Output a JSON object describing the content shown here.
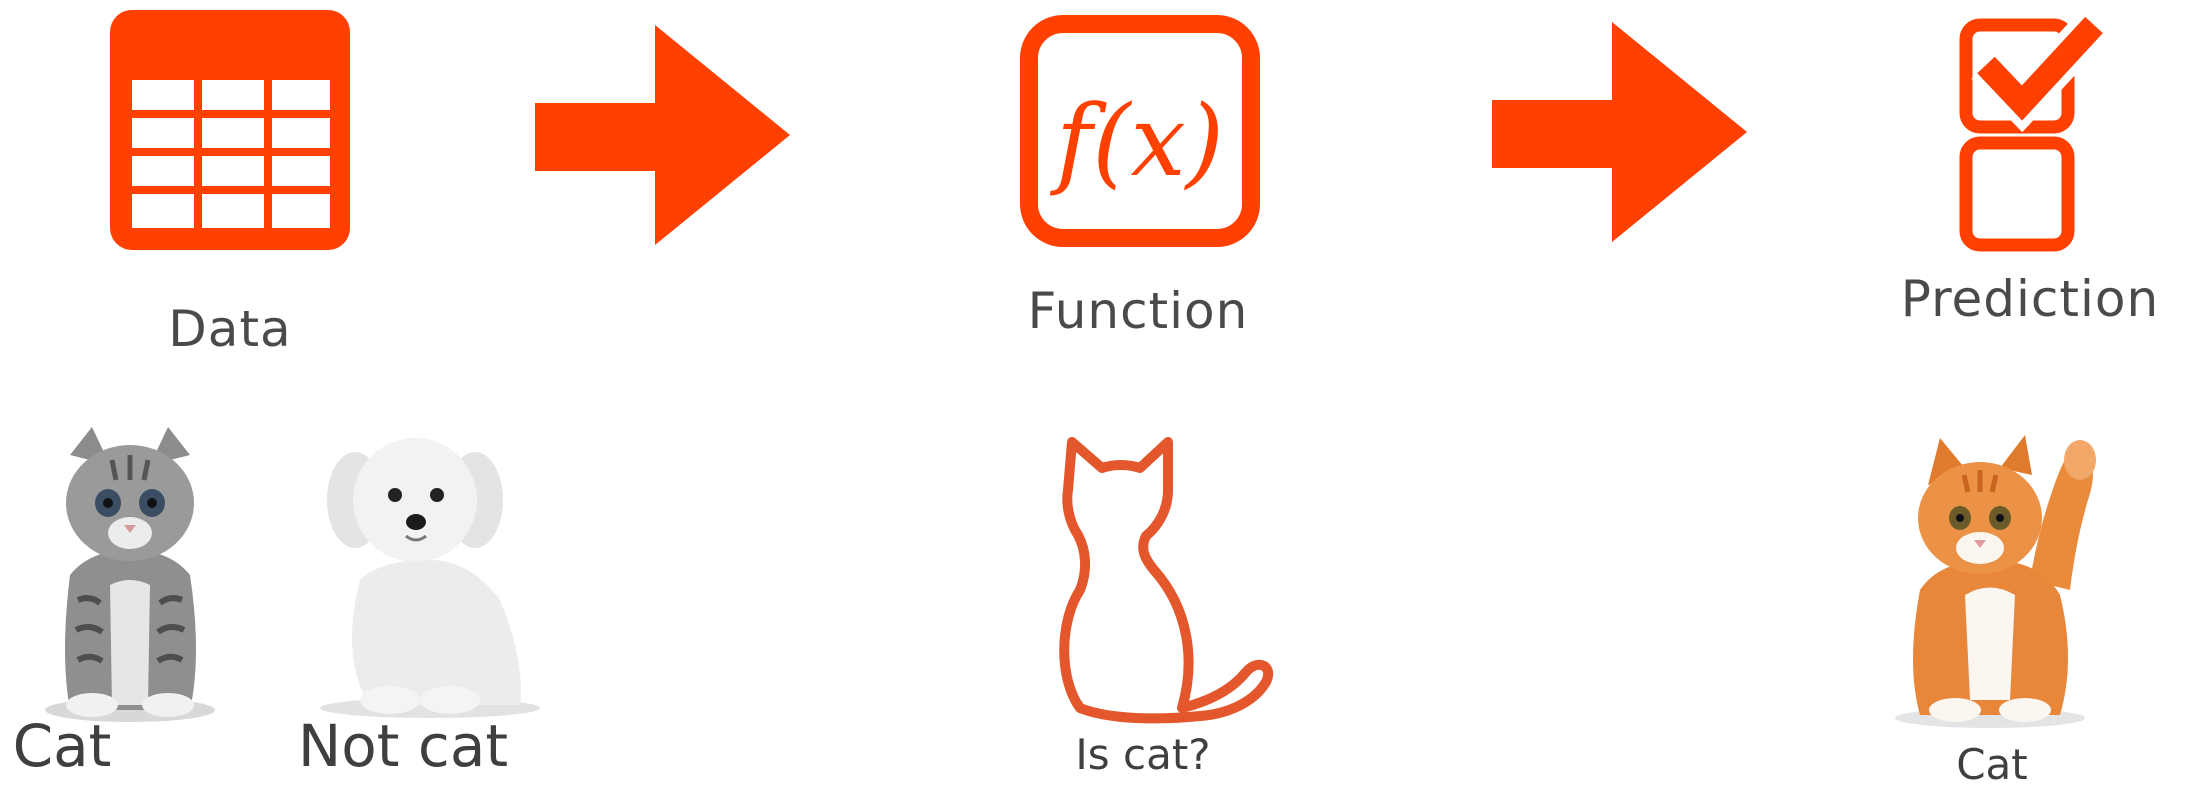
{
  "accent_color": "#ff4000",
  "steps": {
    "data": {
      "label": "Data",
      "icon": "table-icon"
    },
    "function": {
      "label": "Function",
      "icon": "function-icon",
      "symbol": "f(x)"
    },
    "prediction": {
      "label": "Prediction",
      "icon": "checklist-icon"
    }
  },
  "arrows": [
    "right-arrow-icon",
    "right-arrow-icon"
  ],
  "examples": {
    "data_items": [
      {
        "label": "Cat",
        "image": "tabby-kitten-photo"
      },
      {
        "label": "Not cat",
        "image": "white-puppy-photo"
      }
    ],
    "function_item": {
      "label": "Is cat?",
      "image": "cat-outline-icon"
    },
    "prediction_item": {
      "label": "Cat",
      "image": "orange-kitten-photo"
    }
  }
}
